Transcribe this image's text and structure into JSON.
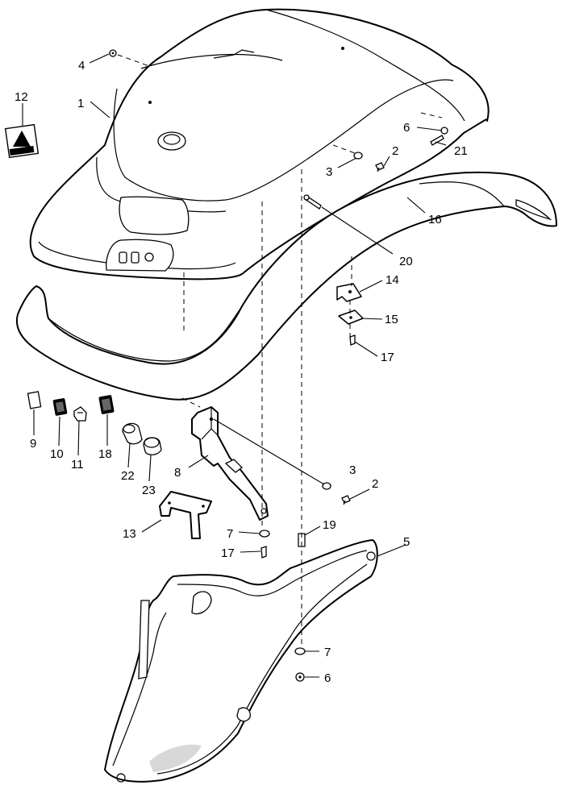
{
  "callouts": [
    {
      "id": "c1",
      "label": "1"
    },
    {
      "id": "c2a",
      "label": "2"
    },
    {
      "id": "c2b",
      "label": "2"
    },
    {
      "id": "c3a",
      "label": "3"
    },
    {
      "id": "c3b",
      "label": "3"
    },
    {
      "id": "c4",
      "label": "4"
    },
    {
      "id": "c5",
      "label": "5"
    },
    {
      "id": "c6a",
      "label": "6"
    },
    {
      "id": "c6b",
      "label": "6"
    },
    {
      "id": "c7a",
      "label": "7"
    },
    {
      "id": "c7b",
      "label": "7"
    },
    {
      "id": "c8",
      "label": "8"
    },
    {
      "id": "c9",
      "label": "9"
    },
    {
      "id": "c10",
      "label": "10"
    },
    {
      "id": "c11",
      "label": "11"
    },
    {
      "id": "c12",
      "label": "12"
    },
    {
      "id": "c13",
      "label": "13"
    },
    {
      "id": "c14",
      "label": "14"
    },
    {
      "id": "c15",
      "label": "15"
    },
    {
      "id": "c16",
      "label": "16"
    },
    {
      "id": "c17a",
      "label": "17"
    },
    {
      "id": "c17b",
      "label": "17"
    },
    {
      "id": "c18",
      "label": "18"
    },
    {
      "id": "c19",
      "label": "19"
    },
    {
      "id": "c20",
      "label": "20"
    },
    {
      "id": "c21",
      "label": "21"
    },
    {
      "id": "c22",
      "label": "22"
    },
    {
      "id": "c23",
      "label": "23"
    }
  ]
}
